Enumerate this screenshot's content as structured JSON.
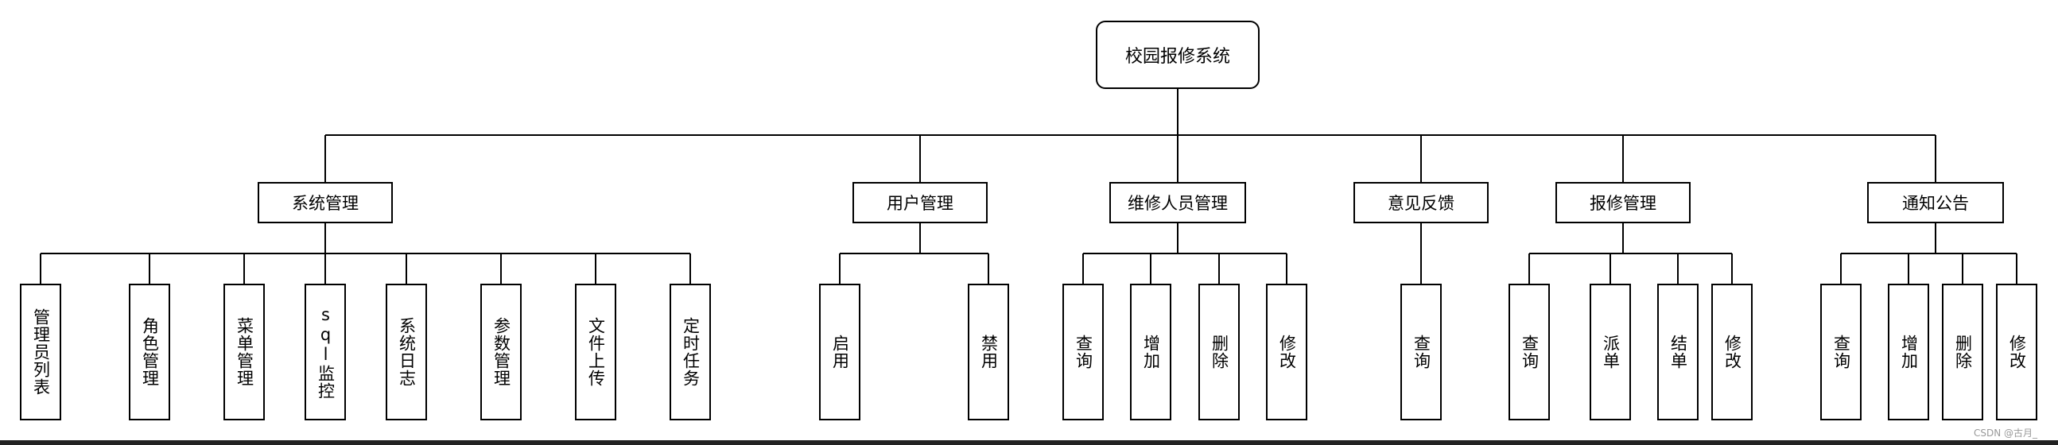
{
  "root": {
    "label": "校园报修系统"
  },
  "modules": [
    {
      "label": "系统管理",
      "children": [
        "管理员列表",
        "角色管理",
        "菜单管理",
        "sql监控",
        "系统日志",
        "参数管理",
        "文件上传",
        "定时任务"
      ]
    },
    {
      "label": "用户管理",
      "children": [
        "启用",
        "禁用"
      ]
    },
    {
      "label": "维修人员管理",
      "children": [
        "查询",
        "增加",
        "删除",
        "修改"
      ]
    },
    {
      "label": "意见反馈",
      "children": [
        "查询"
      ]
    },
    {
      "label": "报修管理",
      "children": [
        "查询",
        "派单",
        "结单",
        "修改"
      ]
    },
    {
      "label": "通知公告",
      "children": [
        "查询",
        "增加",
        "删除",
        "修改"
      ]
    }
  ],
  "watermark": "CSDN @古月_"
}
